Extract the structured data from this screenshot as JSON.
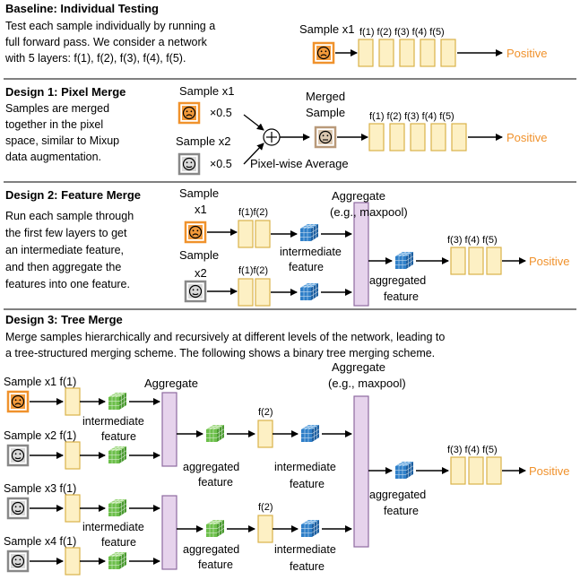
{
  "baseline": {
    "title": "Baseline: Individual Testing",
    "desc1": "Test each sample individually by running a",
    "desc2": "full forward pass. We consider a network",
    "desc3": "with 5 layers: f(1), f(2), f(3), f(4), f(5).",
    "sample_label": "Sample x1",
    "layers": "f(1) f(2) f(3) f(4) f(5)",
    "output": "Positive"
  },
  "design1": {
    "title": "Design 1: Pixel Merge",
    "desc1": "Samples are merged",
    "desc2": "together in the pixel",
    "desc3": "space, similar to Mixup",
    "desc4": "data augmentation.",
    "sample1": "Sample x1",
    "sample2": "Sample x2",
    "weight1": "×0.5",
    "weight2": "×0.5",
    "merged1": "Merged",
    "merged2": "Sample",
    "op_label": "Pixel-wise Average",
    "layers": "f(1) f(2) f(3) f(4) f(5)",
    "output": "Positive"
  },
  "design2": {
    "title": "Design 2: Feature Merge",
    "desc1": "Run each sample through",
    "desc2": "the first few layers to get",
    "desc3": "an intermediate feature,",
    "desc4": "and then aggregate the",
    "desc5": "features into one feature.",
    "sample_word": "Sample",
    "x1": "x1",
    "x2": "x2",
    "early_layers": "f(1)f(2)",
    "aggregate1": "Aggregate",
    "aggregate2": "(e.g., maxpool)",
    "inter1": "intermediate",
    "inter2": "feature",
    "agg1": "aggregated",
    "agg2": "feature",
    "late_layers": "f(3) f(4) f(5)",
    "output": "Positive"
  },
  "design3": {
    "title": "Design 3: Tree Merge",
    "desc1": "Merge samples hierarchically and recursively at different levels of the network, leading to",
    "desc2": "a tree-structured merging scheme. The following shows a binary tree merging scheme.",
    "s1": "Sample x1 f(1)",
    "s2": "Sample x2 f(1)",
    "s3": "Sample x3 f(1)",
    "s4": "Sample x4 f(1)",
    "aggregate": "Aggregate",
    "aggregate_big1": "Aggregate",
    "aggregate_big2": "(e.g., maxpool)",
    "inter1": "intermediate",
    "inter2": "feature",
    "agg1": "aggregated",
    "agg2": "feature",
    "f2": "f(2)",
    "late_layers": "f(3) f(4) f(5)",
    "output": "Positive"
  },
  "colors": {
    "orange": "#f0922c",
    "layer_fill": "#fdf0c4",
    "layer_stroke": "#d9b24a",
    "agg_fill": "#e6d3ec",
    "agg_stroke": "#8e6aa0",
    "green_cube": "#6cbf4a",
    "blue_cube": "#2f7fc8",
    "merged_frame": "#b99a7a",
    "gray_frame": "#888888"
  },
  "icons": [
    "sad-face-icon",
    "neutral-face-icon",
    "merged-face-icon",
    "plus-circle-icon",
    "feature-cube-icon",
    "arrow-icon"
  ]
}
